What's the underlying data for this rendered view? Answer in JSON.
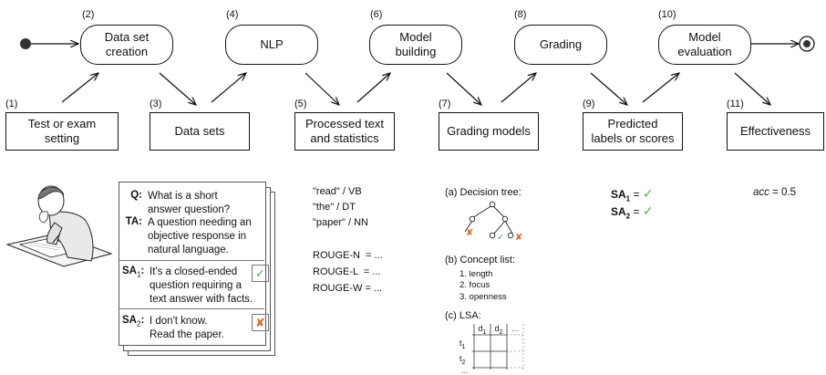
{
  "flow": {
    "nodes": [
      {
        "num": "(1)",
        "label": "Test or exam\nsetting"
      },
      {
        "num": "(2)",
        "label": "Data set\ncreation"
      },
      {
        "num": "(3)",
        "label": "Data sets"
      },
      {
        "num": "(4)",
        "label": "NLP"
      },
      {
        "num": "(5)",
        "label": "Processed text\nand statistics"
      },
      {
        "num": "(6)",
        "label": "Model\nbuilding"
      },
      {
        "num": "(7)",
        "label": "Grading models"
      },
      {
        "num": "(8)",
        "label": "Grading"
      },
      {
        "num": "(9)",
        "label": "Predicted\nlabels or scores"
      },
      {
        "num": "(10)",
        "label": "Model\nevaluation"
      },
      {
        "num": "(11)",
        "label": "Effectiveness"
      }
    ]
  },
  "card": {
    "q_key": "Q:",
    "q_text": "What is a short\nanswer question?",
    "ta_key": "TA:",
    "ta_text": "A question needing an\nobjective response in\nnatural language.",
    "sa1_key": "SA",
    "sa1_sub": "1",
    "sa1_colon": ":",
    "sa1_text": "It's a closed-ended\nquestion requiring a\ntext answer with facts.",
    "sa2_key": "SA",
    "sa2_sub": "2",
    "sa2_colon": ":",
    "sa2_text": "I don't know.\nRead the paper.",
    "sa1_mark": "✓",
    "sa2_mark": "✘"
  },
  "nlp": {
    "tags": [
      "\"read\" / VB",
      "\"the\" / DT",
      "\"paper\" / NN"
    ],
    "rouge": [
      "ROUGE-N  = ...",
      "ROUGE-L  = ...",
      "ROUGE-W = ..."
    ]
  },
  "models": {
    "tree_label": "(a) Decision tree:",
    "concept_label": "(b) Concept list:",
    "concepts": [
      "1. length",
      "2. focus",
      "3. openness"
    ],
    "lsa_label": "(c) LSA:",
    "lsa_cols": [
      "d",
      "d",
      "..."
    ],
    "lsa_col_subs": [
      "1",
      "2",
      ""
    ],
    "lsa_rows": [
      "t",
      "t",
      "..."
    ],
    "lsa_row_subs": [
      "1",
      "2",
      ""
    ]
  },
  "predictions": {
    "sa": "SA",
    "eq": " = ",
    "row1_sub": "1",
    "row2_sub": "2",
    "mark": "✓"
  },
  "effectiveness": {
    "metric": "acc",
    "value": " = 0.5"
  },
  "colors": {
    "check": "#4caf50",
    "cross": "#e8601c"
  }
}
